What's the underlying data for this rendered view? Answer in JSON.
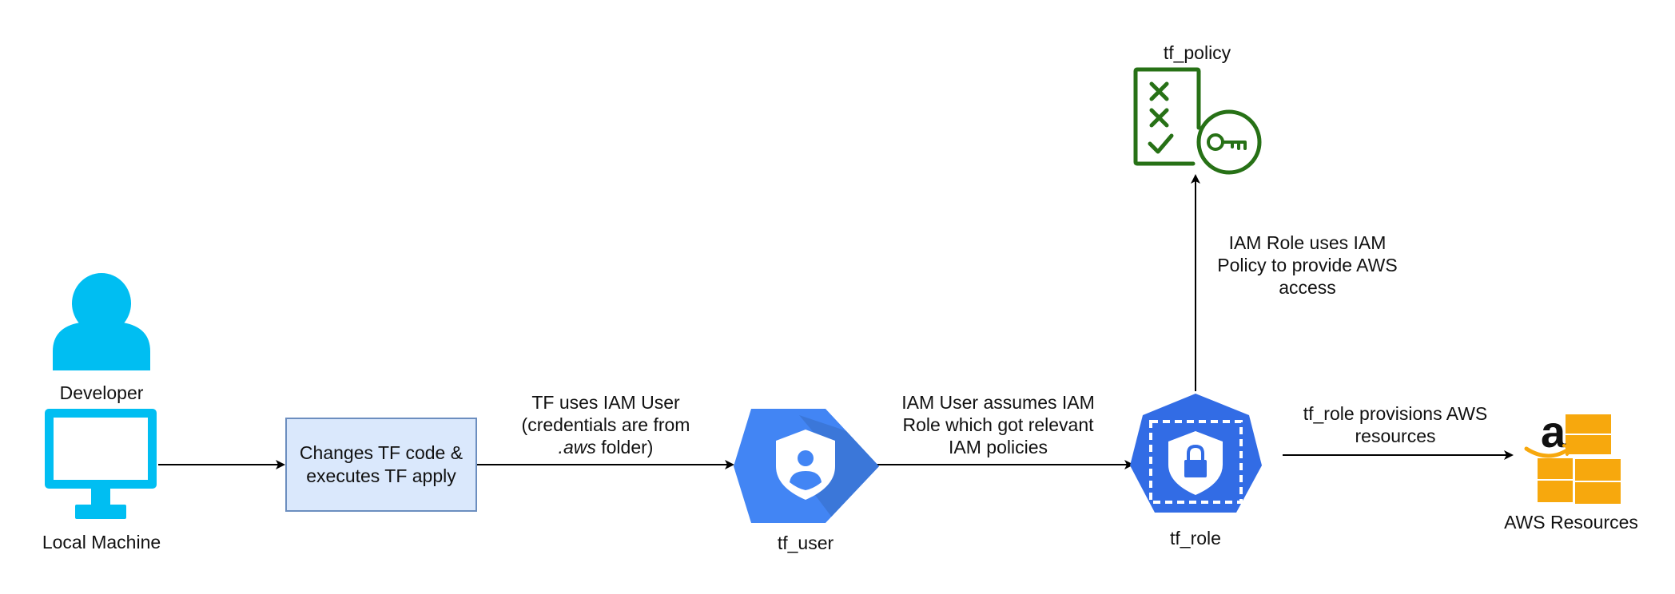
{
  "nodes": {
    "developer": {
      "label": "Developer",
      "icon": "user-icon"
    },
    "local_machine": {
      "label": "Local Machine",
      "icon": "monitor-icon"
    },
    "process": {
      "line1": "Changes TF code &",
      "line2": "executes TF apply"
    },
    "tf_user": {
      "label": "tf_user",
      "icon": "iam-user-shield-icon"
    },
    "tf_role": {
      "label": "tf_role",
      "icon": "iam-role-lock-icon"
    },
    "tf_policy": {
      "label": "tf_policy",
      "icon": "iam-policy-key-icon"
    },
    "aws_resources": {
      "label": "AWS Resources",
      "icon": "amazon-boxes-icon"
    }
  },
  "edges": {
    "tf_uses_iam_user": {
      "line1": "TF uses IAM User",
      "line2": "(credentials are from",
      "line3_italic": ".aws",
      "line3_rest": " folder)"
    },
    "user_assumes_role": {
      "line1": "IAM User assumes IAM",
      "line2": "Role which got relevant",
      "line3": "IAM policies"
    },
    "role_uses_policy": {
      "line1": "IAM Role uses IAM",
      "line2": "Policy to provide AWS",
      "line3": "access"
    },
    "role_provisions": {
      "line1": "tf_role provisions AWS",
      "line2": "resources"
    }
  },
  "colors": {
    "developer": "#00bef2",
    "iam_blue": "#4285f4",
    "iam_blue_dark": "#3b76d6",
    "role_blue": "#326ce5",
    "policy_green": "#277116",
    "amazon_orange": "#f7a80d",
    "process_fill": "#dae8fc",
    "process_stroke": "#6c8ebf"
  }
}
